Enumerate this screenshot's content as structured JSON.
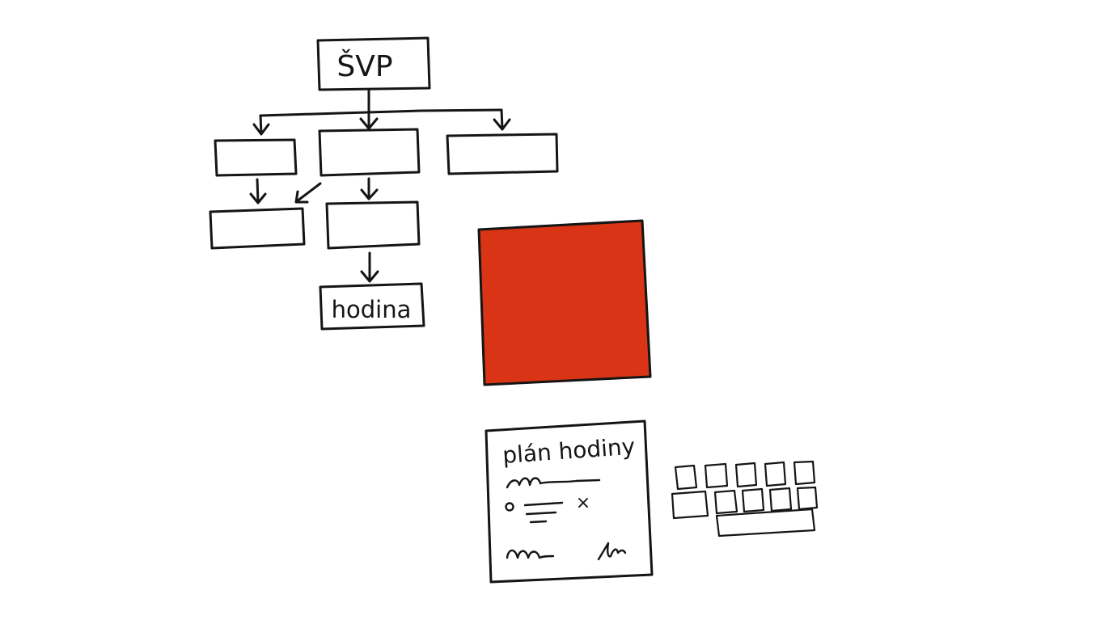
{
  "diagram": {
    "root_label": "ŠVP",
    "leaf_label": "hodina",
    "plan_title": "plán hodiny",
    "plan_mark": "×",
    "square_color": "#d83415",
    "ink_color": "#151515",
    "icons": [
      "red-square-icon",
      "lesson-plan-sheet-icon",
      "keyboard-icon"
    ]
  }
}
